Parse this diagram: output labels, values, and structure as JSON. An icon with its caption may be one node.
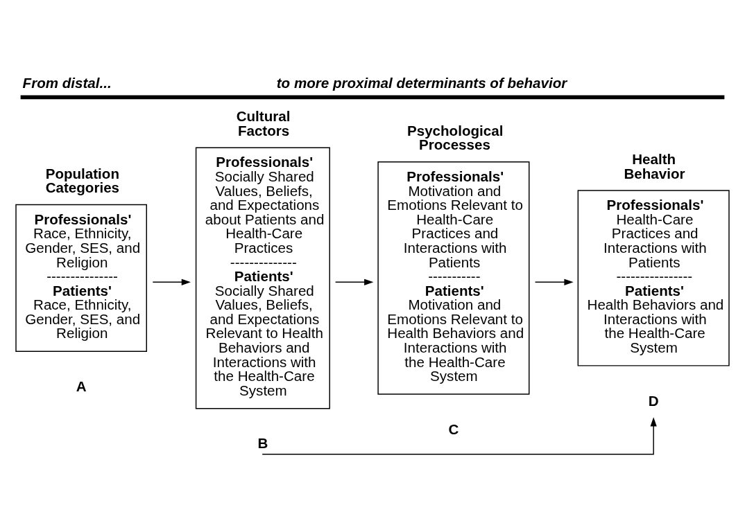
{
  "diagram": {
    "nodes": [
      {
        "text": [
          "Population Categories",
          "Professionals'",
          "Race, Ethnicity, Gender, SES, and Religion",
          "---------------",
          "Patients'",
          "Race, Ethnicity, Gender, SES, and Religion"
        ],
        "beside": [
          "A"
        ]
      },
      {
        "text": [
          "Cultural Factors",
          "Professionals'",
          "Socially Shared Values, Beliefs, and Expectations about Patients and Health-Care Practices",
          "--------------",
          "Patients'",
          "Socially Shared Values, Beliefs, and Expectations Relevant to Health Behaviors and Interactions with the Health-Care System"
        ],
        "beside": [
          "B"
        ]
      },
      {
        "text": [
          "Psychological Processes",
          "Professionals'",
          "Motivation and Emotions Relevant to Health-Care Practices and Interactions with Patients",
          "-----------",
          "Patients'",
          "Motivation and Emotions Relevant to Health Behaviors and Interactions with the Health-Care System"
        ],
        "beside": [
          "C"
        ]
      },
      {
        "text": [
          "Health Behavior",
          "Professionals'",
          "Health-Care Practices and Interactions with Patients",
          "----------------",
          "Patients'",
          "Health Behaviors and Interactions with the Health-Care System"
        ],
        "beside": [
          "D"
        ]
      }
    ],
    "edges": [
      {
        "from": 0,
        "to": 1,
        "arrow": "to"
      },
      {
        "from": 1,
        "to": 2,
        "arrow": "to"
      },
      {
        "from": 2,
        "to": 3,
        "arrow": "to"
      },
      {
        "from": 1,
        "to": 3,
        "arrow": "to"
      }
    ],
    "labels": [
      "From distal...",
      "to more proximal determinants of behavior"
    ]
  }
}
